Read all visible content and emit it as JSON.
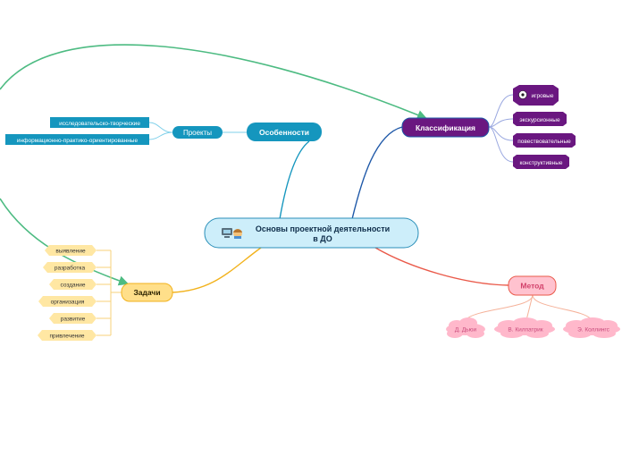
{
  "colors": {
    "central_fill": "#cdeefa",
    "central_stroke": "#2a8fb8",
    "features": "#1596be",
    "classification": "#6a1780",
    "tasks_fill": "#ffdf8a",
    "tasks_stroke": "#f2b21c",
    "method_fill": "#ffc2cf",
    "method_stroke": "#ea5a4a",
    "cloud_fill": "#ffb8cb",
    "cross_link": "#4dbb82"
  },
  "central": {
    "title_line1": "Основы проектной деятельности",
    "title_line2": "в ДО",
    "icons": [
      "computer-icon",
      "child-face-icon"
    ]
  },
  "features": {
    "label": "Особенности",
    "projects": {
      "label": "Проекты",
      "items": [
        "исследовательско-творческие",
        "информационно-практико-ориентированные"
      ]
    }
  },
  "classification": {
    "label": "Классификация",
    "items": [
      "игровые",
      "экскурсионные",
      "повествовательные",
      "конструктивные"
    ],
    "first_item_icon": "soccer-ball-icon"
  },
  "tasks": {
    "label": "Задачи",
    "items": [
      "выявление",
      "разработка",
      "создание",
      "организация",
      "развитие",
      "привлечение"
    ]
  },
  "method": {
    "label": "Метод",
    "items": [
      "Д. Дьюи",
      "В. Килпатрик",
      "Э. Коллингс"
    ]
  }
}
